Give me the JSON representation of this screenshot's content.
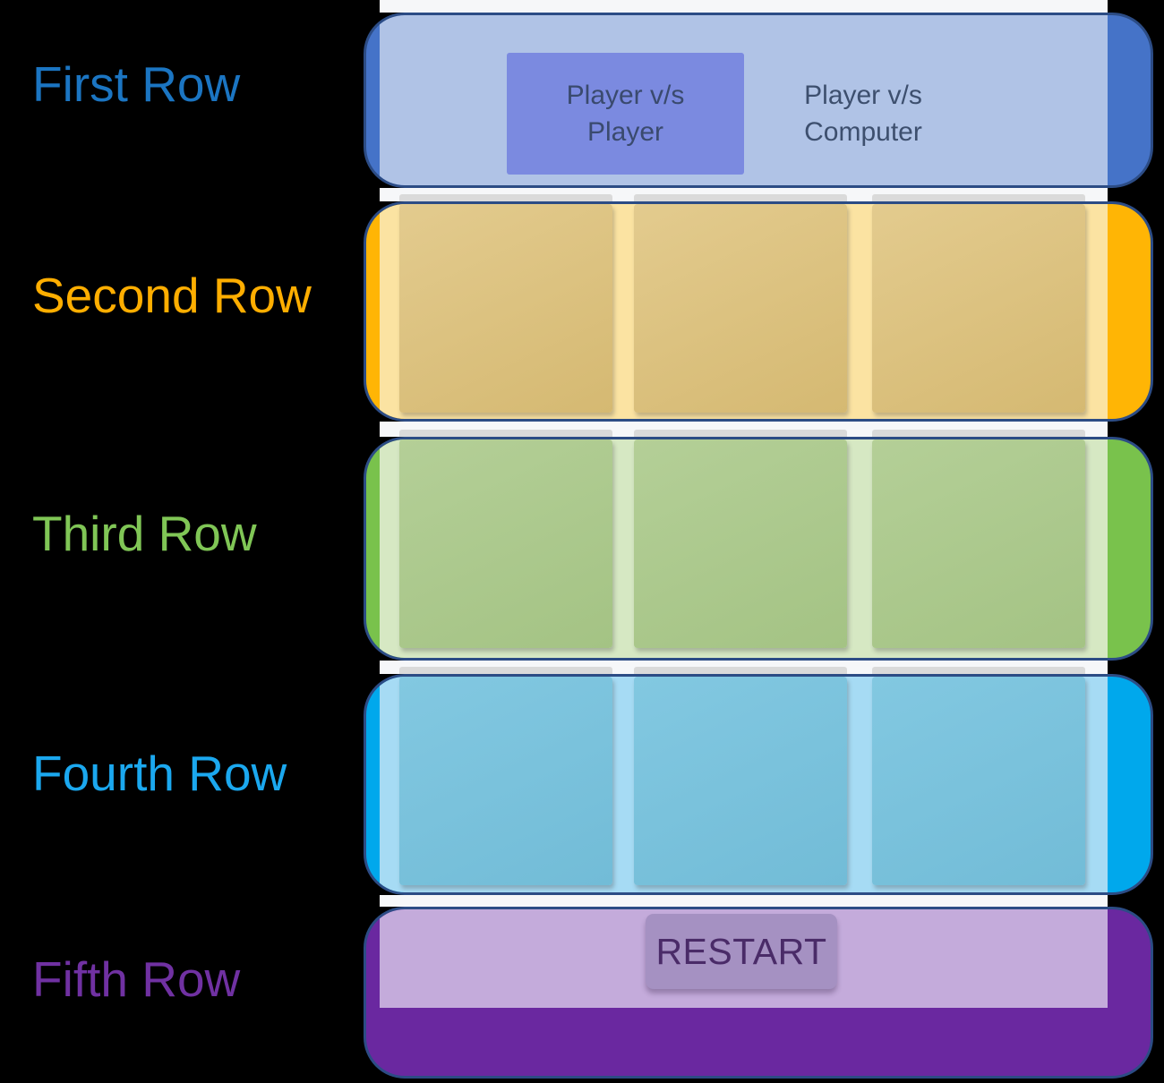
{
  "row_labels": [
    {
      "label": "First Row",
      "color": "#1B75C2"
    },
    {
      "label": "Second Row",
      "color": "#FFAE00"
    },
    {
      "label": "Third Row",
      "color": "#80C656"
    },
    {
      "label": "Fourth Row",
      "color": "#1BA8EF"
    },
    {
      "label": "Fifth Row",
      "color": "#7031A2"
    }
  ],
  "app": {
    "mode_tabs": {
      "selected": {
        "line1": "Player v/s",
        "line2": "Player"
      },
      "unselected": {
        "line1": "Player v/s",
        "line2": "Computer"
      }
    },
    "board": {
      "rows": 3,
      "cells_per_row": 3
    },
    "restart_label": "RESTART"
  },
  "highlight_colors": {
    "outline": "#2C4C85",
    "first": {
      "cap": "#4573C8",
      "tint": "#B0C3E6",
      "selected_tab": "#7B8AE0"
    },
    "second": {
      "cap": "#FFB505",
      "tint": "#FBE3A2",
      "cell": "#DBC180"
    },
    "third": {
      "cap": "#79C24C",
      "tint": "#D6E8C3",
      "cell": "#ACC98E"
    },
    "fourth": {
      "cap": "#00A8EC",
      "tint": "#A6DBF4",
      "cell": "#7AC2DC"
    },
    "fifth": {
      "cap": "#6A28A0",
      "tint": "#C4ABDB",
      "button": "#A591C2"
    }
  },
  "background": "#000000",
  "screenshot_background": "#F6F7F9"
}
